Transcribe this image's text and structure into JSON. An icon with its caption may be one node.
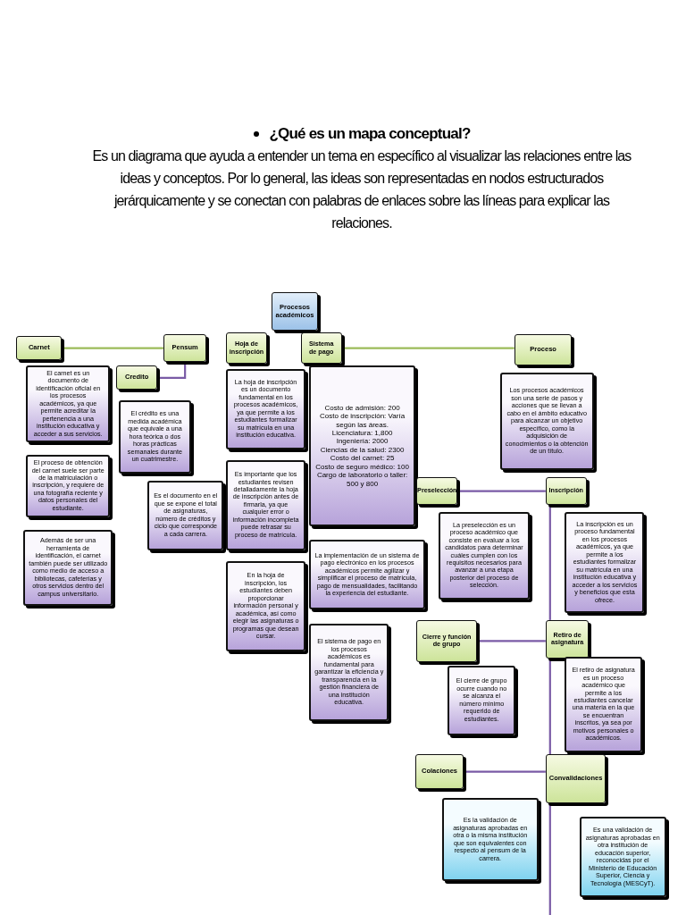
{
  "diagram": {
    "title": "¿Qué es un mapa conceptual?",
    "labels": [
      "Es un diagrama que ayuda a entender un tema en específico al visualizar las relaciones entre las ideas y conceptos. Por lo general, las ideas son representadas en nodos estructurados jerárquicamente y se conectan con palabras de enlaces sobre las líneas para explicar las relaciones."
    ],
    "nodes": [
      {
        "text": [
          "Procesos académicos"
        ]
      },
      {
        "text": [
          "Carnet"
        ]
      },
      {
        "text": [
          "El carnet es un documento de identificación oficial en los procesos académicos, ya que permite acreditar la pertenencia a una institución educativa y acceder a sus servicios."
        ]
      },
      {
        "text": [
          "El proceso de obtención del carnet suele ser parte de la matriculación o inscripción, y requiere de una fotografía reciente y datos personales del estudiante."
        ]
      },
      {
        "text": [
          "Además de ser una herramienta de identificación, el carnet también puede ser utilizado como medio de acceso a bibliotecas, cafeterías y otros servicios dentro del campus universitario."
        ]
      },
      {
        "text": [
          "Credito"
        ]
      },
      {
        "text": [
          "El crédito es una medida académica que equivale a una hora teórica o dos horas prácticas semanales durante un cuatrimestre."
        ]
      },
      {
        "text": [
          "Pensum"
        ]
      },
      {
        "text": [
          "Es el documento en el que se expone el total de asignaturas, número de créditos y ciclo que corresponde a cada carrera."
        ]
      },
      {
        "text": [
          "Hoja de inscripción"
        ]
      },
      {
        "text": [
          "La hoja de inscripción es un documento fundamental en los procesos académicos, ya que permite a los estudiantes formalizar su matrícula en una institución educativa."
        ]
      },
      {
        "text": [
          "Es importante que los estudiantes revisen detalladamente la hoja de inscripción antes de firmarla, ya que cualquier error o información incompleta puede retrasar su proceso de matrícula."
        ]
      },
      {
        "text": [
          "En la hoja de inscripción, los estudiantes deben proporcionar información personal y académica, así como elegir las asignaturas o programas que desean cursar."
        ]
      },
      {
        "text": [
          "Sistema de pago"
        ]
      },
      {
        "text": [
          "Costo de admisión: 200",
          "Costo de inscripción: Varía según las áreas.",
          "Licenciatura: 1,800",
          "Ingeniería: 2000",
          "Ciencias de la salud: 2300",
          "Costo del carnet: 25",
          "Costo de seguro médico: 100",
          "Cargo de laboratorio o taller: 500 y 800"
        ]
      },
      {
        "text": [
          "La implementación de un sistema de pago electrónico en los procesos académicos permite agilizar y simplificar el proceso de matrícula, pago de mensualidades, facilitando la experiencia del estudiante."
        ]
      },
      {
        "text": [
          "El sistema de pago en los procesos académicos es fundamental para garantizar la eficiencia y transparencia en la gestión financiera de una institución educativa."
        ]
      },
      {
        "text": [
          "Proceso"
        ]
      },
      {
        "text": [
          "Los procesos académicos son una serie de pasos y acciones que se llevan a cabo en el ámbito educativo para alcanzar un objetivo específico, como la adquisición de conocimientos o la obtención de un título."
        ]
      },
      {
        "text": [
          "Preselección"
        ]
      },
      {
        "text": [
          "La preselección es un proceso académico que consiste en evaluar a los candidatos para determinar cuáles cumplen con los requisitos necesarios para avanzar a una etapa posterior del proceso de selección."
        ]
      },
      {
        "text": [
          "Inscripción"
        ]
      },
      {
        "text": [
          "La inscripción es un proceso fundamental en los procesos académicos, ya que permite a los estudiantes formalizar su matrícula en una institución educativa y acceder a los servicios y beneficios que esta ofrece."
        ]
      },
      {
        "text": [
          "Cierre y función de grupo"
        ]
      },
      {
        "text": [
          "El cierre de grupo ocurre cuando no se alcanza el número mínimo requerido de estudiantes."
        ]
      },
      {
        "text": [
          "Retiro de asignatura"
        ]
      },
      {
        "text": [
          "El retiro de asignatura es un proceso académico que permite a los estudiantes cancelar una materia en la que se encuentran inscritos, ya sea por motivos personales o académicos."
        ]
      },
      {
        "text": [
          "Colaciones"
        ]
      },
      {
        "text": [
          "Convalidaciones"
        ]
      },
      {
        "text": [
          "Es la validación de asignaturas aprobadas en otra o la misma institución que son equivalentes con respecto al pensum de la carrera."
        ]
      },
      {
        "text": [
          "Es una validación de asignaturas aprobadas en otra institución de educación superior, reconocidas por el Ministerio de Educación Superior, Ciencia y Tecnología (MESCyT)."
        ]
      }
    ],
    "edges": [
      {
        "from": 1,
        "to": 7,
        "arrow": "none",
        "color": "#9bbb59"
      },
      {
        "from": 13,
        "to": 17,
        "arrow": "none",
        "color": "#9bbb59"
      },
      {
        "from": 5,
        "to": 7,
        "arrow": "none"
      },
      {
        "from": 19,
        "to": 21,
        "arrow": "none"
      },
      {
        "from": 23,
        "to": 25,
        "arrow": "none"
      },
      {
        "from": 27,
        "to": 28,
        "arrow": "none"
      },
      {
        "from": 21,
        "to": 25,
        "arrow": "none"
      },
      {
        "from": 25,
        "to": 28,
        "arrow": "none"
      },
      {
        "from": 28,
        "to": null,
        "arrow": "none"
      }
    ]
  }
}
